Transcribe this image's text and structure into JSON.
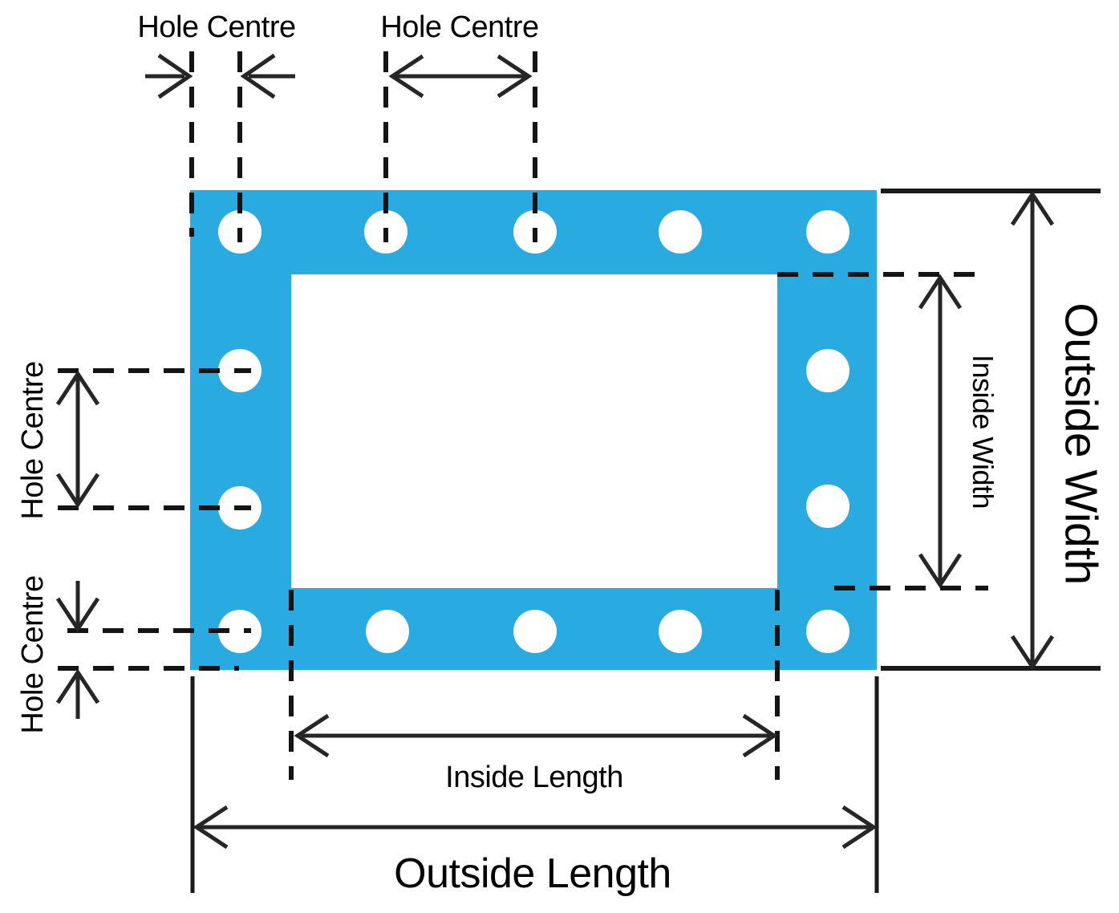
{
  "diagram": {
    "title_implicit": "Gasket dimension diagram",
    "labels": {
      "hole_centre_top_left": "Hole Centre",
      "hole_centre_top_middle": "Hole Centre",
      "hole_centre_left_upper": "Hole Centre",
      "hole_centre_left_lower": "Hole Centre",
      "inside_width": "Inside Width",
      "outside_width": "Outside Width",
      "inside_length": "Inside Length",
      "outside_length": "Outside Length"
    },
    "colors": {
      "gasket_fill": "#29ABE2",
      "hole_fill": "#FFFFFF",
      "line": "#1A1A1A",
      "text": "#000000",
      "background": "#FFFFFF"
    },
    "gasket": {
      "total_holes": 14,
      "holes_top_row": 5,
      "holes_bottom_row": 5,
      "holes_left_column_middle": 2,
      "holes_right_column_middle": 2
    }
  }
}
